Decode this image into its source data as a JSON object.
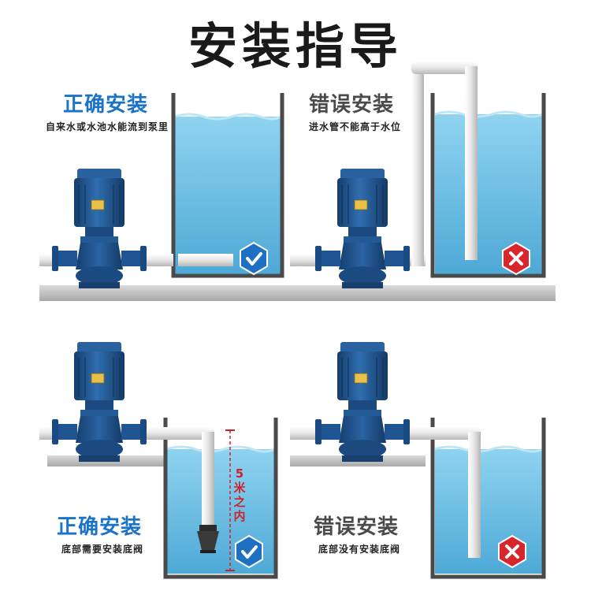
{
  "title": "安装指导",
  "panels": [
    {
      "heading": "正确安装",
      "caption": "自来水或水池水能流到泵里",
      "verdict": "correct"
    },
    {
      "heading": "错误安装",
      "caption": "进水管不能高于水位",
      "verdict": "wrong"
    },
    {
      "heading": "正确安装",
      "caption": "底部需要安装底阀",
      "verdict": "correct"
    },
    {
      "heading": "错误安装",
      "caption": "底部没有安装底阀",
      "verdict": "wrong"
    }
  ],
  "distance_label": "5米之内",
  "icons": {
    "correct": "checkmark-hexagon-icon",
    "wrong": "cross-hexagon-icon"
  },
  "colors": {
    "correct_badge": "#1f6fc2",
    "wrong_badge": "#d8262c",
    "heading_correct": "#1a73c9",
    "water": "#6ec3e6",
    "pump_blue": "#1d4f8a",
    "distance_marker": "#d0202a"
  }
}
